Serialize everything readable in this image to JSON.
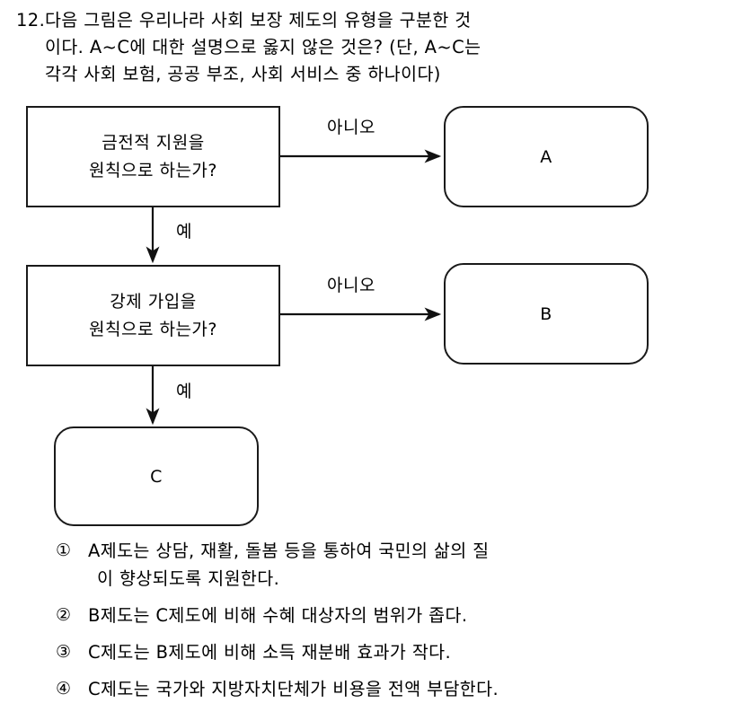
{
  "question": {
    "number": "12.",
    "lines": [
      "다음 그림은 우리나라 사회 보장 제도의 유형을 구분한 것",
      "이다. A~C에 대한 설명으로 옳지 않은 것은? (단, A~C는",
      "각각 사회 보험, 공공 부조, 사회 서비스 중 하나이다)"
    ]
  },
  "flowchart": {
    "decision1": {
      "line1": "금전적 지원을",
      "line2": "원칙으로 하는가?"
    },
    "decision2": {
      "line1": "강제 가입을",
      "line2": "원칙으로 하는가?"
    },
    "terminalA": {
      "label": "A"
    },
    "terminalB": {
      "label": "B"
    },
    "terminalC": {
      "label": "C"
    },
    "edges": {
      "no1": "아니오",
      "no2": "아니오",
      "yes1": "예",
      "yes2": "예"
    },
    "stroke_color": "#1a1a1a"
  },
  "choices": [
    {
      "marker": "①",
      "line1": "A제도는 상담, 재활, 돌봄 등을 통하여 국민의 삶의 질",
      "line2": "이 향상되도록 지원한다."
    },
    {
      "marker": "②",
      "line1": "B제도는 C제도에 비해 수혜 대상자의 범위가 좁다.",
      "line2": ""
    },
    {
      "marker": "③",
      "line1": "C제도는 B제도에 비해 소득 재분배 효과가 작다.",
      "line2": ""
    },
    {
      "marker": "④",
      "line1": "C제도는 국가와 지방자치단체가 비용을 전액 부담한다.",
      "line2": ""
    }
  ]
}
